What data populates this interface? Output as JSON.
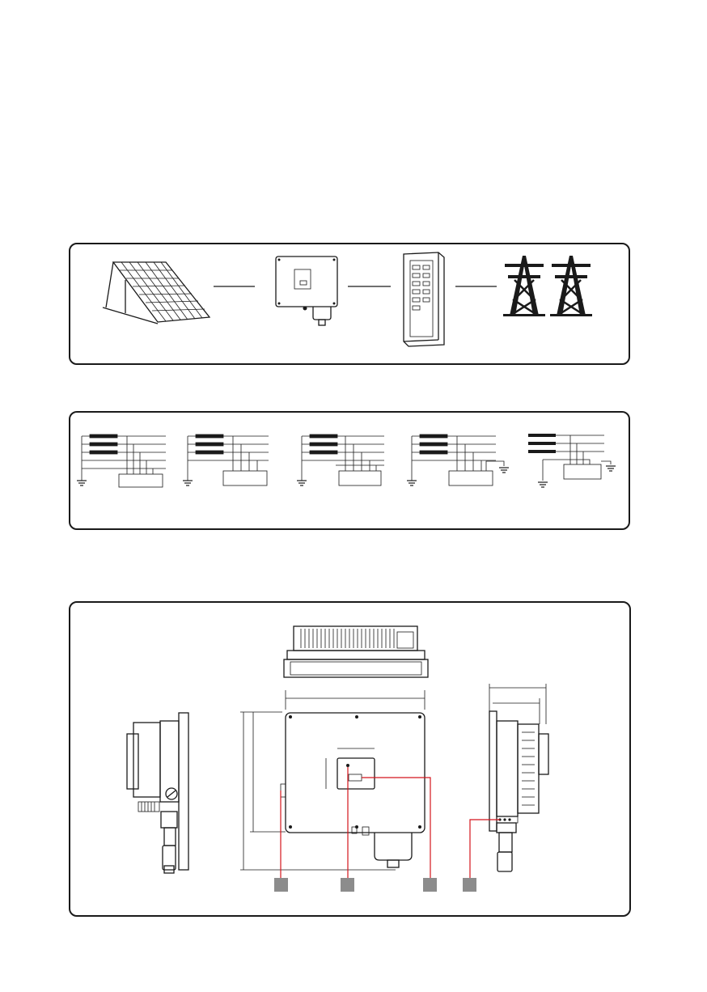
{
  "colors": {
    "ink": "#1a1a1a",
    "callout_line": "#d4141c",
    "callout_marker": "#8c8c8c",
    "background": "#ffffff"
  },
  "system_overview": {
    "components": [
      "pv-array",
      "inverter",
      "distribution-cabinet",
      "utility-grid"
    ]
  },
  "grid_types": {
    "count": 5,
    "icons": [
      "ground-icon"
    ]
  },
  "dimension_views": {
    "views": [
      "top-view",
      "left-side-view",
      "front-view",
      "right-side-view"
    ],
    "callout_markers": 4
  }
}
